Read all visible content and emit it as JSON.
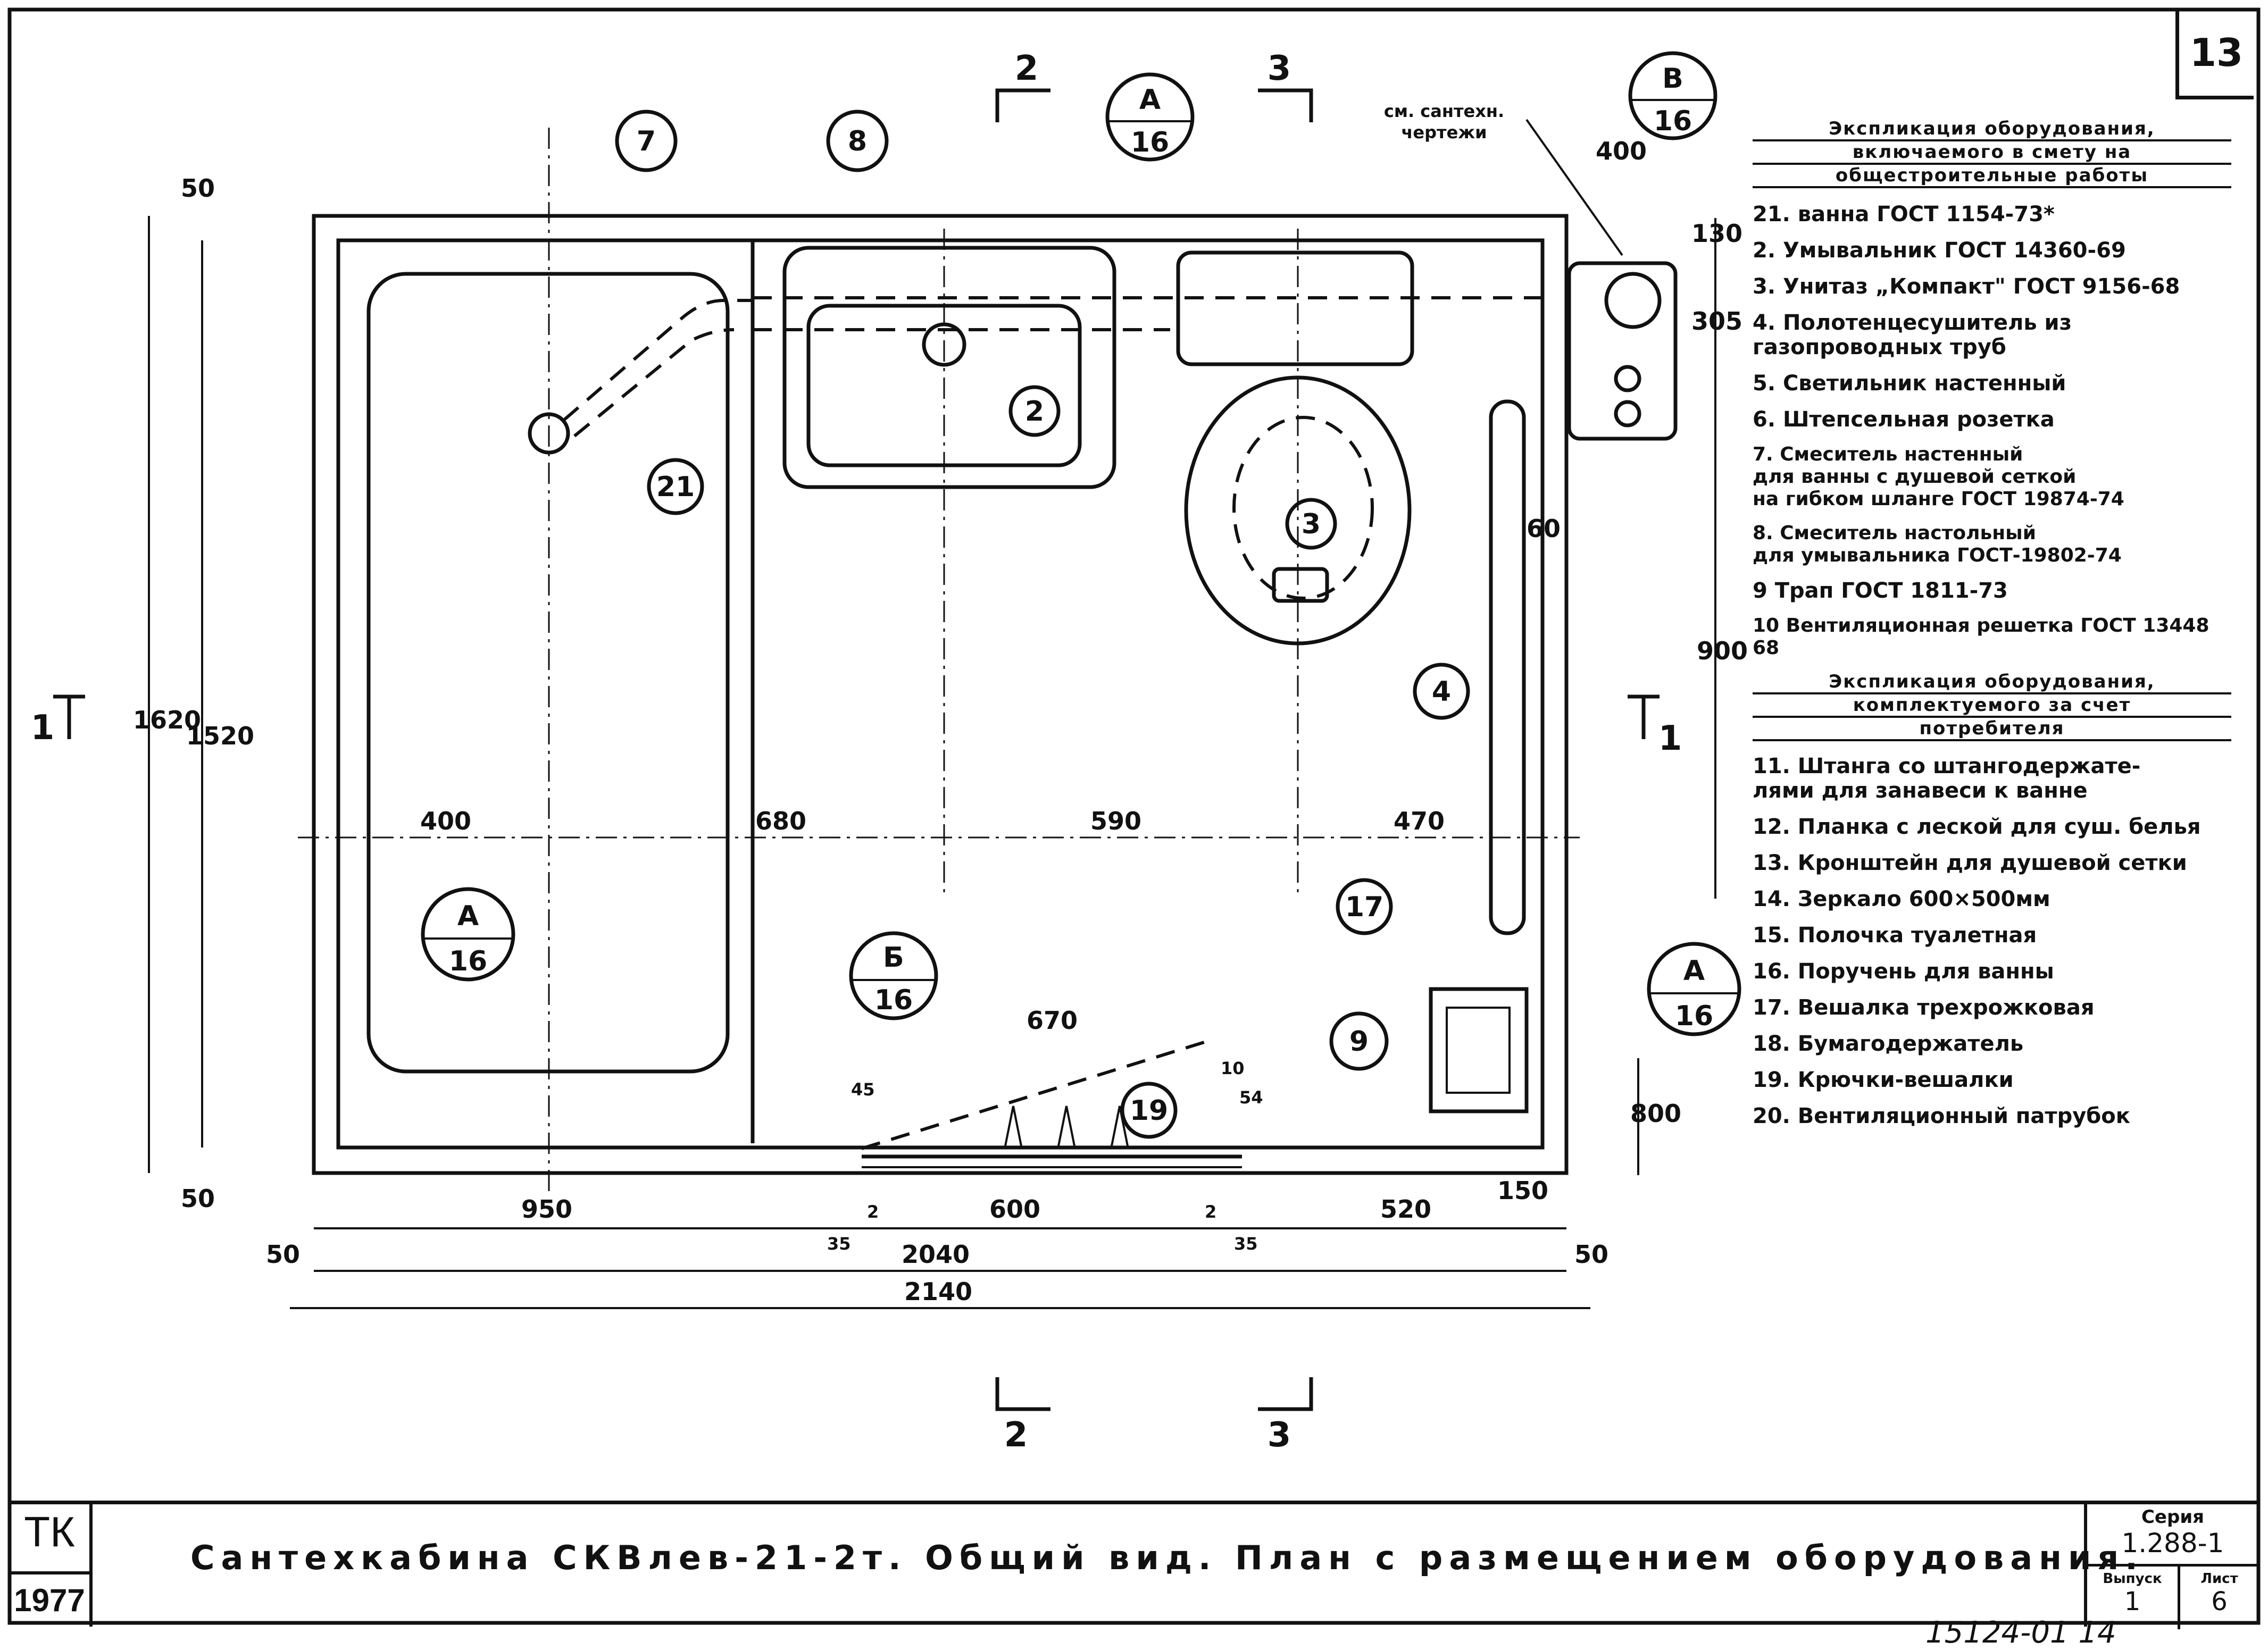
{
  "sheet_number": "13",
  "note_santech": "см. сантехн.\nчертежи",
  "item_markers": {
    "bath": "21",
    "washbasin": "2",
    "toilet": "3",
    "towel_dryer": "4",
    "mixer_bath": "7",
    "mixer_sink": "8",
    "drain": "9",
    "hooks": "19",
    "hanger": "17"
  },
  "section_refs": [
    {
      "letter": "А",
      "sheet": "16"
    },
    {
      "letter": "В",
      "sheet": "16"
    },
    {
      "letter": "А",
      "sheet": "16"
    },
    {
      "letter": "Б",
      "sheet": "16"
    },
    {
      "letter": "А",
      "sheet": "16"
    }
  ],
  "cut_labels": {
    "s2": "2",
    "s3": "3",
    "s1": "1"
  },
  "dimensions": {
    "d400_top": "400",
    "d130": "130",
    "d305": "305",
    "d60": "60",
    "d900": "900",
    "d400": "400",
    "d680": "680",
    "d590": "590",
    "d470": "470",
    "d1620": "1620",
    "d1520": "1520",
    "d50_top": "50",
    "d50_bot": "50",
    "d670": "670",
    "d10": "10",
    "d45": "45",
    "d54": "54",
    "d800": "800",
    "d150": "150",
    "d950": "950",
    "d600": "600",
    "d520": "520",
    "d2a": "2",
    "d2b": "2",
    "d35a": "35",
    "d35b": "35",
    "d2040": "2040",
    "d2140": "2140",
    "d50_l": "50",
    "d50_r": "50"
  },
  "legend": {
    "header1": [
      "Экспликация оборудования,",
      "включаемого в смету на",
      "общестроительные работы"
    ],
    "items1": [
      "21. ванна ГОСТ 1154-73*",
      "2. Умывальник ГОСТ 14360-69",
      "3. Унитаз „Компакт\" ГОСТ 9156-68",
      "4. Полотенцесушитель из\nгазопроводных труб",
      "5. Светильник настенный",
      "6. Штепсельная розетка",
      "7. Смеситель настенный\nдля ванны с душевой сеткой\nна гибком шланге ГОСТ 19874-74",
      "8. Смеситель настольный\nдля умывальника ГОСТ-19802-74",
      "9 Трап ГОСТ 1811-73",
      "10 Вентиляционная решетка ГОСТ 13448 68"
    ],
    "header2": [
      "Экспликация оборудования,",
      "комплектуемого за счет",
      "потребителя"
    ],
    "items2": [
      "11. Штанга со штангодержате-\nлями для занавеси к ванне",
      "12. Планка с леской для суш. белья",
      "13. Кронштейн для душевой сетки",
      "14. Зеркало 600×500мм",
      "15. Полочка туалетная",
      "16. Поручень для ванны",
      "17. Вешалка трехрожковая",
      "18. Бумагодержатель",
      "19. Крючки-вешалки",
      "20. Вентиляционный патрубок"
    ]
  },
  "title_block": {
    "code": "ТК",
    "year": "1977",
    "title": "Сантехкабина СКВлев-21-2т. Общий вид. План с размещением оборудования.",
    "series_label": "Серия",
    "series_value": "1.288-1",
    "issue_label": "Выпуск",
    "issue_value": "1",
    "sheet_label": "Лист",
    "sheet_value": "6"
  },
  "footer_note": "15124-01   14"
}
